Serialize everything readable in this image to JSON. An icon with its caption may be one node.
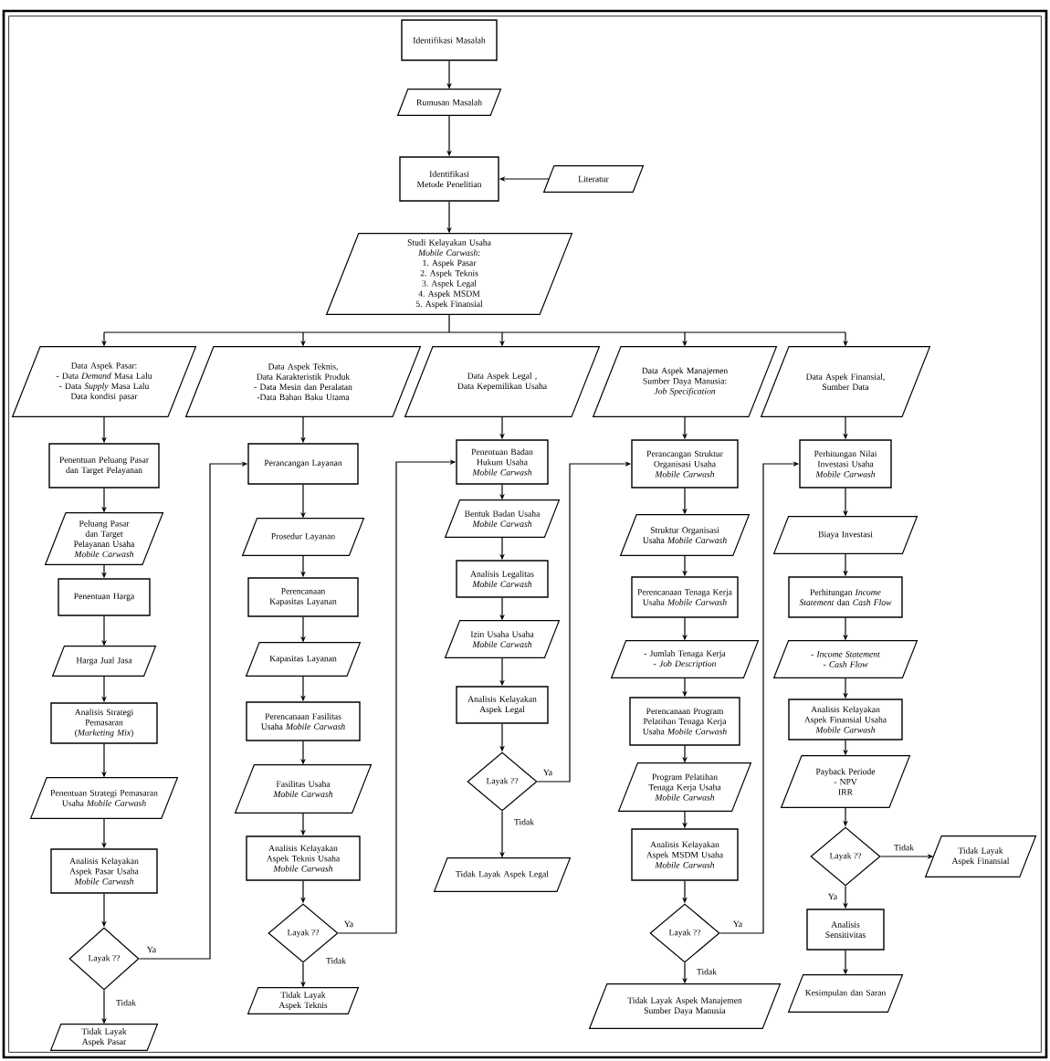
{
  "diagram": {
    "nodes": [
      {
        "text": [
          "Identifikasi Masalah"
        ]
      },
      {
        "text": [
          "Rumusan Masalah"
        ]
      },
      {
        "text": [
          "Identifikasi Metode Penelitian"
        ]
      },
      {
        "text": [
          "Literatur"
        ]
      },
      {
        "text": [
          "Studi Kelayakan Usaha *Mobile Carwash*:",
          "1. Aspek Pasar",
          "2. Aspek Teknis",
          "3. Aspek Legal",
          "4. Aspek MSDM",
          "5. Aspek Finansial"
        ]
      },
      {
        "text": [
          "Data Aspek Pasar:",
          "- Data *Demand* Masa Lalu",
          "- Data *Supply* Masa Lalu",
          "Data kondisi pasar"
        ]
      },
      {
        "text": [
          "Penentuan Peluang Pasar dan Target Pelayanan"
        ]
      },
      {
        "text": [
          "Peluang Pasar dan Target Pelayanan Usaha *Mobile Carwash*"
        ]
      },
      {
        "text": [
          "Penentuan Harga"
        ]
      },
      {
        "text": [
          "Harga Jual Jasa"
        ]
      },
      {
        "text": [
          "Analisis Strategi Pemasaran (*Marketing Mix*)"
        ]
      },
      {
        "text": [
          "Penentuan Strategi Pemasaran Usaha *Mobile Carwash*"
        ]
      },
      {
        "text": [
          "Analisis Kelayakan Aspek Pasar Usaha *Mobile Carwash*"
        ]
      },
      {
        "text": [
          "Layak ??"
        ]
      },
      {
        "text": [
          "Tidak Layak Aspek Pasar"
        ]
      },
      {
        "text": [
          "Data Aspek Teknis,",
          "Data Karakteristik Produk",
          "- Data Mesin dan Peralatan",
          "-Data Bahan Baku Utama"
        ]
      },
      {
        "text": [
          "Perancangan Layanan"
        ]
      },
      {
        "text": [
          "Prosedur Layanan"
        ]
      },
      {
        "text": [
          "Perencanaan Kapasitas Layanan"
        ]
      },
      {
        "text": [
          "Kapasitas Layanan"
        ]
      },
      {
        "text": [
          "Perencanaan Fasilitas Usaha *Mobile Carwash*"
        ]
      },
      {
        "text": [
          "Fasilitas Usaha *Mobile Carwash*"
        ]
      },
      {
        "text": [
          "Analisis Kelayakan Aspek Teknis Usaha *Mobile Carwash*"
        ]
      },
      {
        "text": [
          "Layak ??"
        ]
      },
      {
        "text": [
          "Tidak Layak Aspek Teknis"
        ]
      },
      {
        "text": [
          "Data Aspek Legal ,",
          "Data Kepemilikan Usaha"
        ]
      },
      {
        "text": [
          "Penentuan Badan Hukum Usaha *Mobile Carwash*"
        ]
      },
      {
        "text": [
          "Bentuk Badan Usaha *Mobile Carwash*"
        ]
      },
      {
        "text": [
          "Analisis Legalitas *Mobile Carwash*"
        ]
      },
      {
        "text": [
          "Izin Usaha Usaha *Mobile Carwash*"
        ]
      },
      {
        "text": [
          "Analisis Kelayakan Aspek Legal"
        ]
      },
      {
        "text": [
          "Layak ??"
        ]
      },
      {
        "text": [
          "Tidak Layak Aspek Legal"
        ]
      },
      {
        "text": [
          "Data Aspek Manajemen Sumber Daya Manusia:",
          "Job Specification"
        ]
      },
      {
        "text": [
          "Perancangan Struktur Organisasi Usaha *Mobile Carwash*"
        ]
      },
      {
        "text": [
          "Struktur Organisasi Usaha *Mobile Carwash*"
        ]
      },
      {
        "text": [
          "Perencanaan Tenaga Kerja Usaha *Mobile Carwash*"
        ]
      },
      {
        "text": [
          "- Jumlah Tenaga Kerja",
          "- *Job Description*"
        ]
      },
      {
        "text": [
          "Perencanaan Program Pelatihan Tenaga Kerja Usaha *Mobile Carwash*"
        ]
      },
      {
        "text": [
          "Program Pelatihan Tenaga Kerja Usaha *Mobile Carwash*"
        ]
      },
      {
        "text": [
          "Analisis Kelayakan Aspek MSDM Usaha *Mobile Carwash*"
        ]
      },
      {
        "text": [
          "Layak ??"
        ]
      },
      {
        "text": [
          "Tidak Layak Aspek Manajemen Sumber Daya Manusia"
        ]
      },
      {
        "text": [
          "Data Aspek Finansial,",
          "Sumber Data"
        ]
      },
      {
        "text": [
          "Perhitungan Nilai Investasi Usaha *Mobile Carwash*"
        ]
      },
      {
        "text": [
          "Biaya Investasi"
        ]
      },
      {
        "text": [
          "Perhitungan *Income Statement* dan *Cash Flow*"
        ]
      },
      {
        "text": [
          "- *Income Statement*",
          "- *Cash Flow*"
        ]
      },
      {
        "text": [
          "Analisis Kelayakan Aspek Finansial Usaha *Mobile Carwash*"
        ]
      },
      {
        "text": [
          "Payback Periode",
          "- NPV",
          "IRR"
        ]
      },
      {
        "text": [
          "Layak ??"
        ]
      },
      {
        "text": [
          "Tidak Layak Aspek Finansial"
        ]
      },
      {
        "text": [
          "Analisis Sensitivitas"
        ]
      },
      {
        "text": [
          "Kesimpulan dan Saran"
        ]
      }
    ],
    "edges": [
      {
        "from": 0,
        "to": 1,
        "arrow": "to"
      },
      {
        "from": 1,
        "to": 2,
        "arrow": "to"
      },
      {
        "from": 3,
        "to": 2,
        "arrow": "to"
      },
      {
        "from": 2,
        "to": 4,
        "arrow": "to"
      },
      {
        "from": 4,
        "to": 5,
        "arrow": "to"
      },
      {
        "from": 4,
        "to": 15,
        "arrow": "to"
      },
      {
        "from": 4,
        "to": 25,
        "arrow": "to"
      },
      {
        "from": 4,
        "to": 33,
        "arrow": "to"
      },
      {
        "from": 4,
        "to": 43,
        "arrow": "to"
      },
      {
        "from": 5,
        "to": 6,
        "arrow": "to"
      },
      {
        "from": 6,
        "to": 7,
        "arrow": "to"
      },
      {
        "from": 7,
        "to": 8,
        "arrow": "to"
      },
      {
        "from": 8,
        "to": 9,
        "arrow": "to"
      },
      {
        "from": 9,
        "to": 10,
        "arrow": "to"
      },
      {
        "from": 10,
        "to": 11,
        "arrow": "to"
      },
      {
        "from": 11,
        "to": 12,
        "arrow": "to"
      },
      {
        "from": 12,
        "to": 13,
        "arrow": "to"
      },
      {
        "from": 13,
        "to": 14,
        "arrow": "to",
        "label": "Tidak"
      },
      {
        "from": 13,
        "to": 16,
        "arrow": "to",
        "label": "Ya"
      },
      {
        "from": 15,
        "to": 16,
        "arrow": "to"
      },
      {
        "from": 16,
        "to": 17,
        "arrow": "to"
      },
      {
        "from": 17,
        "to": 18,
        "arrow": "to"
      },
      {
        "from": 18,
        "to": 19,
        "arrow": "to"
      },
      {
        "from": 19,
        "to": 20,
        "arrow": "to"
      },
      {
        "from": 20,
        "to": 21,
        "arrow": "to"
      },
      {
        "from": 21,
        "to": 22,
        "arrow": "to"
      },
      {
        "from": 22,
        "to": 23,
        "arrow": "to"
      },
      {
        "from": 23,
        "to": 24,
        "arrow": "to",
        "label": "Tidak"
      },
      {
        "from": 23,
        "to": 26,
        "arrow": "to",
        "label": "Ya"
      },
      {
        "from": 25,
        "to": 26,
        "arrow": "to"
      },
      {
        "from": 26,
        "to": 27,
        "arrow": "to"
      },
      {
        "from": 27,
        "to": 28,
        "arrow": "to"
      },
      {
        "from": 28,
        "to": 29,
        "arrow": "to"
      },
      {
        "from": 29,
        "to": 30,
        "arrow": "to"
      },
      {
        "from": 30,
        "to": 31,
        "arrow": "to"
      },
      {
        "from": 31,
        "to": 32,
        "arrow": "to",
        "label": "Tidak"
      },
      {
        "from": 31,
        "to": 34,
        "arrow": "to",
        "label": "Ya"
      },
      {
        "from": 33,
        "to": 34,
        "arrow": "to"
      },
      {
        "from": 34,
        "to": 35,
        "arrow": "to"
      },
      {
        "from": 35,
        "to": 36,
        "arrow": "to"
      },
      {
        "from": 36,
        "to": 37,
        "arrow": "to"
      },
      {
        "from": 37,
        "to": 38,
        "arrow": "to"
      },
      {
        "from": 38,
        "to": 39,
        "arrow": "to"
      },
      {
        "from": 39,
        "to": 40,
        "arrow": "to"
      },
      {
        "from": 40,
        "to": 41,
        "arrow": "to"
      },
      {
        "from": 41,
        "to": 42,
        "arrow": "to",
        "label": "Tidak"
      },
      {
        "from": 41,
        "to": 44,
        "arrow": "to",
        "label": "Ya"
      },
      {
        "from": 43,
        "to": 44,
        "arrow": "to"
      },
      {
        "from": 44,
        "to": 45,
        "arrow": "to"
      },
      {
        "from": 45,
        "to": 46,
        "arrow": "to"
      },
      {
        "from": 46,
        "to": 47,
        "arrow": "to"
      },
      {
        "from": 47,
        "to": 48,
        "arrow": "to"
      },
      {
        "from": 48,
        "to": 49,
        "arrow": "to"
      },
      {
        "from": 49,
        "to": 50,
        "arrow": "to"
      },
      {
        "from": 50,
        "to": 51,
        "arrow": "to",
        "label": "Tidak"
      },
      {
        "from": 50,
        "to": 52,
        "arrow": "to",
        "label": "Ya"
      },
      {
        "from": 52,
        "to": 53,
        "arrow": "to"
      }
    ]
  }
}
